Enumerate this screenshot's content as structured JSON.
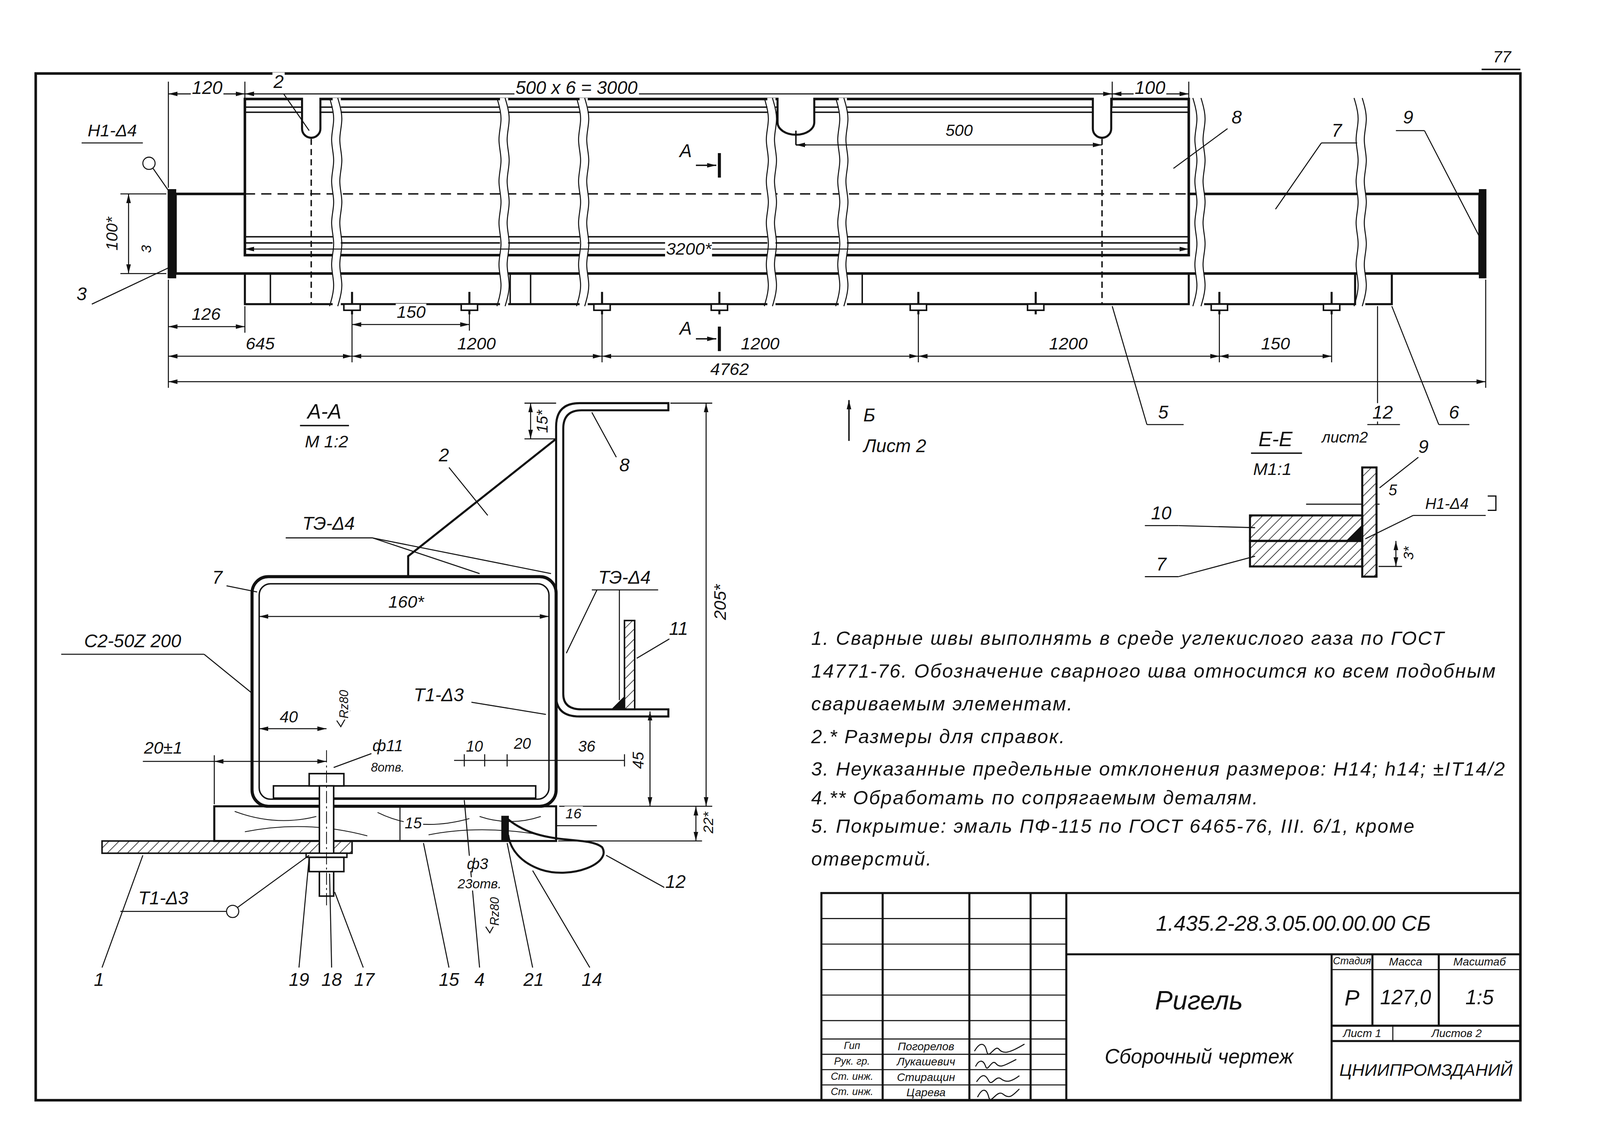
{
  "diagram": {
    "nodes": [
      {
        "text": [
          "1.435.2-28.3.05.00.00.00 СБ"
        ]
      },
      {
        "text": [
          "Ригель",
          "Сборочный чертеж"
        ]
      },
      {
        "text": [
          "Стадия"
        ]
      },
      {
        "text": [
          "Масса"
        ]
      },
      {
        "text": [
          "Масштаб"
        ]
      },
      {
        "text": [
          "Р"
        ]
      },
      {
        "text": [
          "127,0"
        ]
      },
      {
        "text": [
          "1:5"
        ]
      },
      {
        "text": [
          "Лист 1"
        ]
      },
      {
        "text": [
          "Листов 2"
        ]
      },
      {
        "text": [
          "ЦНИИПРОМЗДАНИЙ"
        ]
      },
      {
        "text": [
          "Гип"
        ]
      },
      {
        "text": [
          "Погорелов"
        ]
      },
      {
        "text": [
          "Рук. гр."
        ]
      },
      {
        "text": [
          "Лукашевич"
        ]
      },
      {
        "text": [
          "Ст. инж."
        ]
      },
      {
        "text": [
          "Стиращин"
        ]
      },
      {
        "text": [
          "Ст. инж."
        ]
      },
      {
        "text": [
          "Царева"
        ]
      }
    ],
    "labels": [
      "77",
      "120",
      "2",
      "500 х 6 = 3000",
      "100",
      "Н1-Δ4",
      "8",
      "7",
      "9",
      "500",
      "А",
      "100*",
      "3",
      "3200*",
      "3",
      "126",
      "150",
      "645",
      "1200",
      "А",
      "1200",
      "1200",
      "150",
      "4762",
      "А-А",
      "М 1:2",
      "15*",
      "2",
      "8",
      "Б",
      "Лист 2",
      "5",
      "12",
      "6",
      "Е-Е",
      "лист2",
      "М1:1",
      "9",
      "10",
      "5",
      "Н1-Δ4",
      "3*",
      "7",
      "ТЭ-Δ4",
      "7",
      "ТЭ-Δ4",
      "160*",
      "205*",
      "11",
      "С2-50Z 200",
      "Т1-Δ3",
      "40",
      "Rz80",
      "20±1",
      "ф11",
      "8отв.",
      "10",
      "20",
      "36",
      "45",
      "15",
      "16",
      "22*",
      "ф3",
      "23отв.",
      "Rz80",
      "12",
      "Т1-Δ3",
      "1",
      "19",
      "18",
      "17",
      "15",
      "4",
      "21",
      "14",
      "1. Сварные швы выполнять в среде углекислого газа по ГОСТ 14771-76. Обозначение сварного шва относится ко всем подобным свариваемым элементам.",
      "2.* Размеры для справок.",
      "3. Неуказанные предельные отклонения размеров: H14; h14; ±IT14/2",
      "4.** Обработать по сопрягаемым деталям.",
      "5. Покрытие: эмаль ПФ-115 по ГОСТ 6465-76, III. 6/1, кроме отверстий."
    ]
  }
}
